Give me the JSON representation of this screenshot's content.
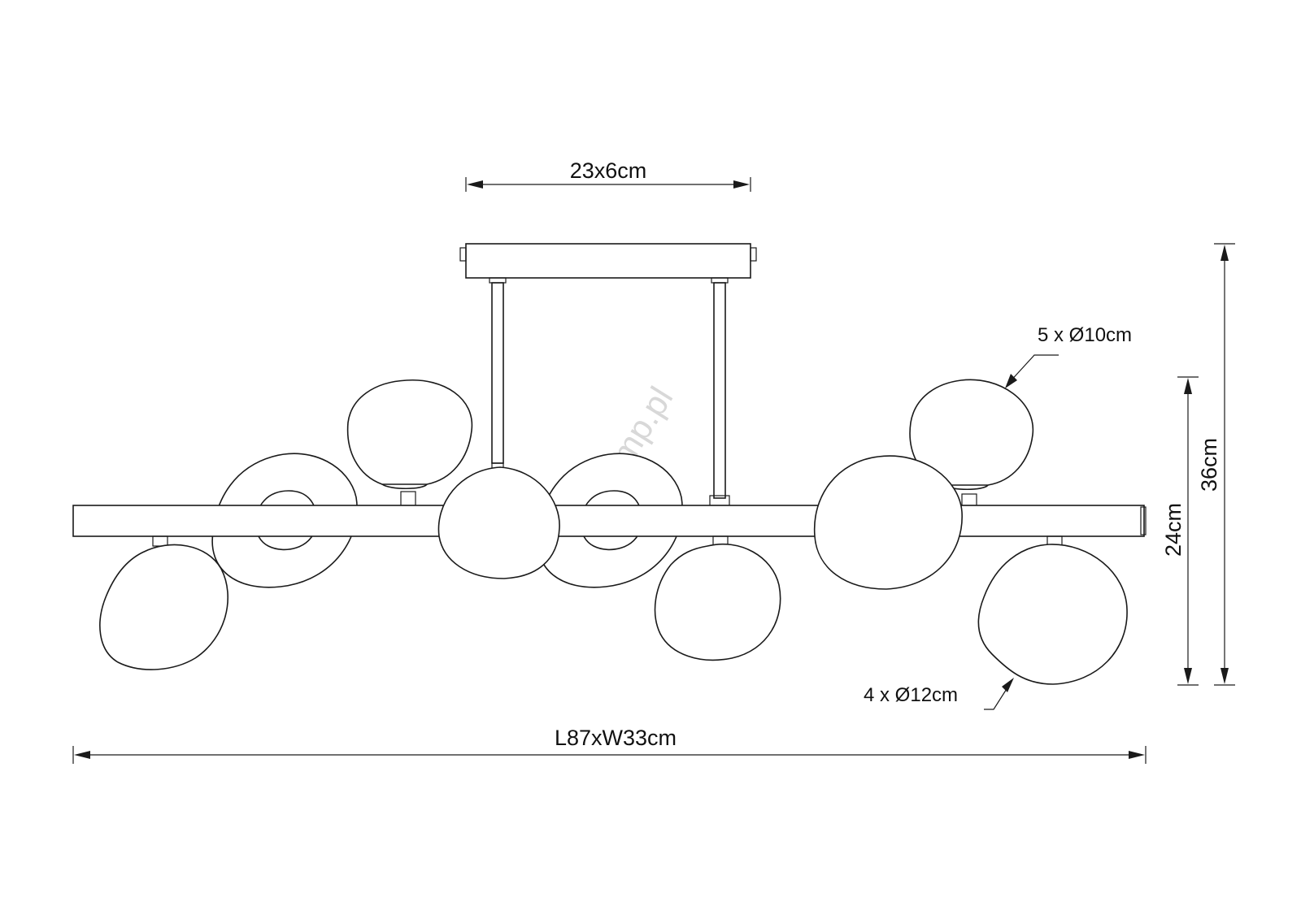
{
  "dimensions": {
    "canopy": "23x6cm",
    "overall_length": "L87xW33cm",
    "total_height": "36cm",
    "body_height": "24cm",
    "small_shades": "5 x Ø10cm",
    "large_shades": "4 x Ø12cm"
  },
  "watermark": "liderlamp.pl",
  "colors": {
    "line": "#1a1a1a",
    "background": "#ffffff"
  }
}
